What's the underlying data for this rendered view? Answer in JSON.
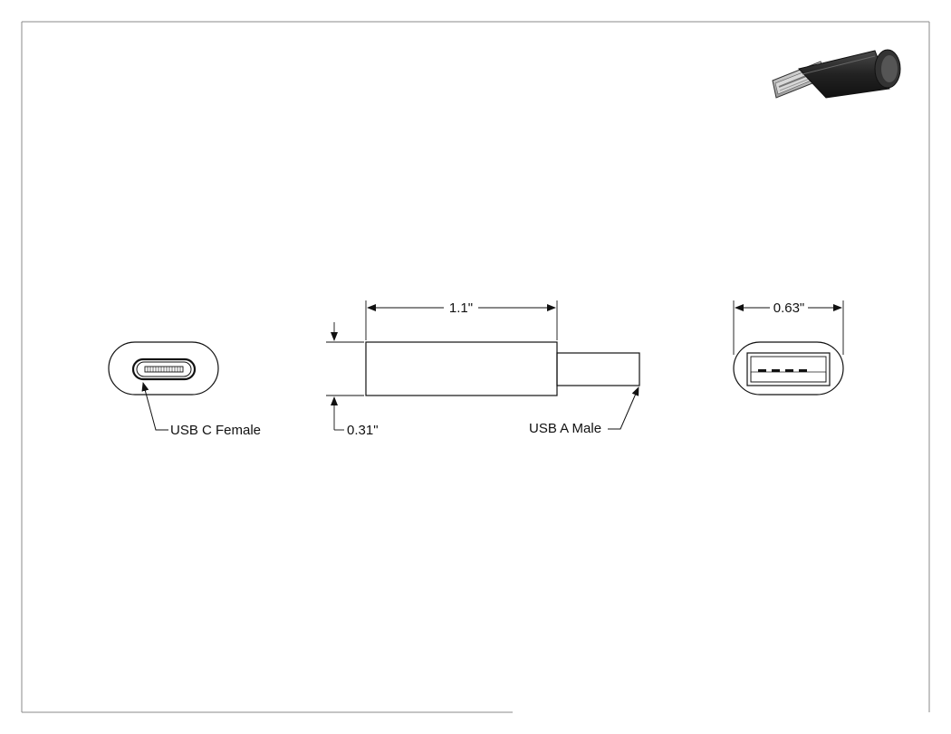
{
  "drawing": {
    "labels": {
      "usb_c_female": "USB C Female",
      "usb_a_male": "USB A Male"
    },
    "dimensions": {
      "length": "1.1\"",
      "height": "0.31\"",
      "width": "0.63\""
    },
    "colors": {
      "line": "#111111",
      "frame": "#888888",
      "render_body": "#2b2b2b",
      "render_plug": "#c8c8c8"
    }
  }
}
